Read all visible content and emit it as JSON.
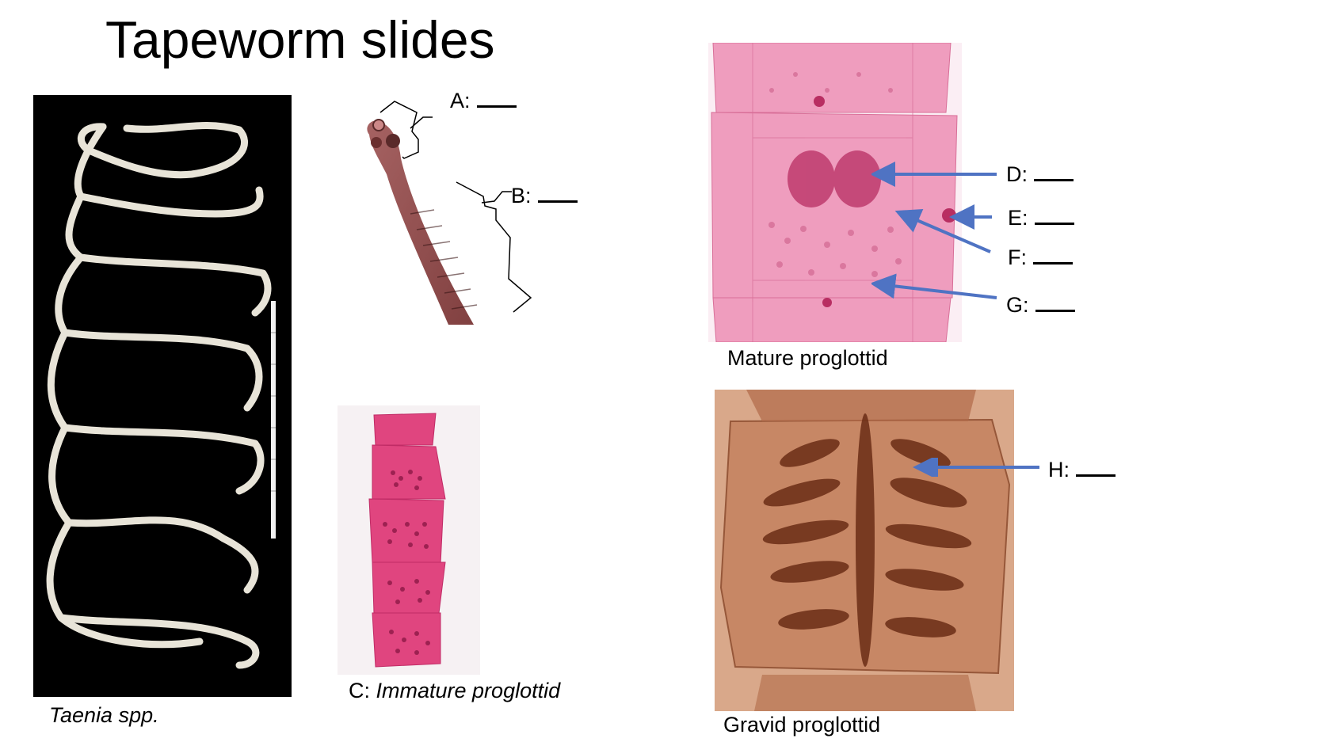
{
  "title": "Tapeworm slides",
  "figures": {
    "taenia": {
      "caption": "Taenia spp."
    },
    "scolex": {
      "label_a": "A:",
      "label_b": "B:"
    },
    "immature": {
      "caption_prefix": "C: ",
      "caption_italic": "Immature proglottid"
    },
    "mature": {
      "caption": "Mature proglottid",
      "label_d": "D:",
      "label_e": "E:",
      "label_f": "F:",
      "label_g": "G:"
    },
    "gravid": {
      "caption": "Gravid proglottid",
      "label_h": "H:"
    }
  },
  "colors": {
    "arrow": "#4f73c3",
    "mature_stain": "#e98bb0",
    "immature_stain": "#e0457f",
    "gravid_stain": "#c88a6a",
    "taenia_bg": "#000000",
    "worm": "#e8e4d8"
  }
}
